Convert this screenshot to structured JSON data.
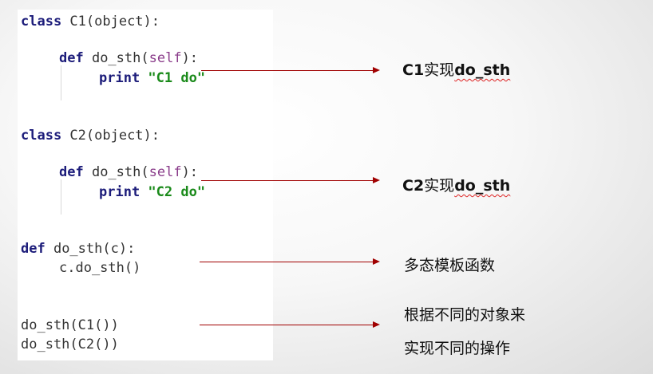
{
  "code": {
    "line1": {
      "kw": "class",
      "rest": " C1(object):"
    },
    "line2": {
      "kw": "def",
      "fn": " do_sth(",
      "self": "self",
      "end": "):"
    },
    "line3": {
      "kw": "print",
      "str": " \"C1 do\""
    },
    "line4": {
      "kw": "class",
      "rest": " C2(object):"
    },
    "line5": {
      "kw": "def",
      "fn": " do_sth(",
      "self": "self",
      "end": "):"
    },
    "line6": {
      "kw": "print",
      "str": " \"C2 do\""
    },
    "line7": {
      "kw": "def",
      "rest": " do_sth(c):"
    },
    "line8": {
      "rest": "c.do_sth()"
    },
    "line9": {
      "rest": "do_sth(C1())"
    },
    "line10": {
      "rest": "do_sth(C2())"
    }
  },
  "labels": {
    "c1_prefix": "C1",
    "c1_mid": "实现",
    "c1_suffix": "do_sth",
    "c2_prefix": "C2",
    "c2_mid": "实现",
    "c2_suffix": "do_sth",
    "template": "多态模板函数",
    "line_a": "根据不同的对象来",
    "line_b": "实现不同的操作"
  },
  "colors": {
    "arrow": "#a00000",
    "keyword": "#1c1c7a",
    "string": "#1a8a1a"
  }
}
